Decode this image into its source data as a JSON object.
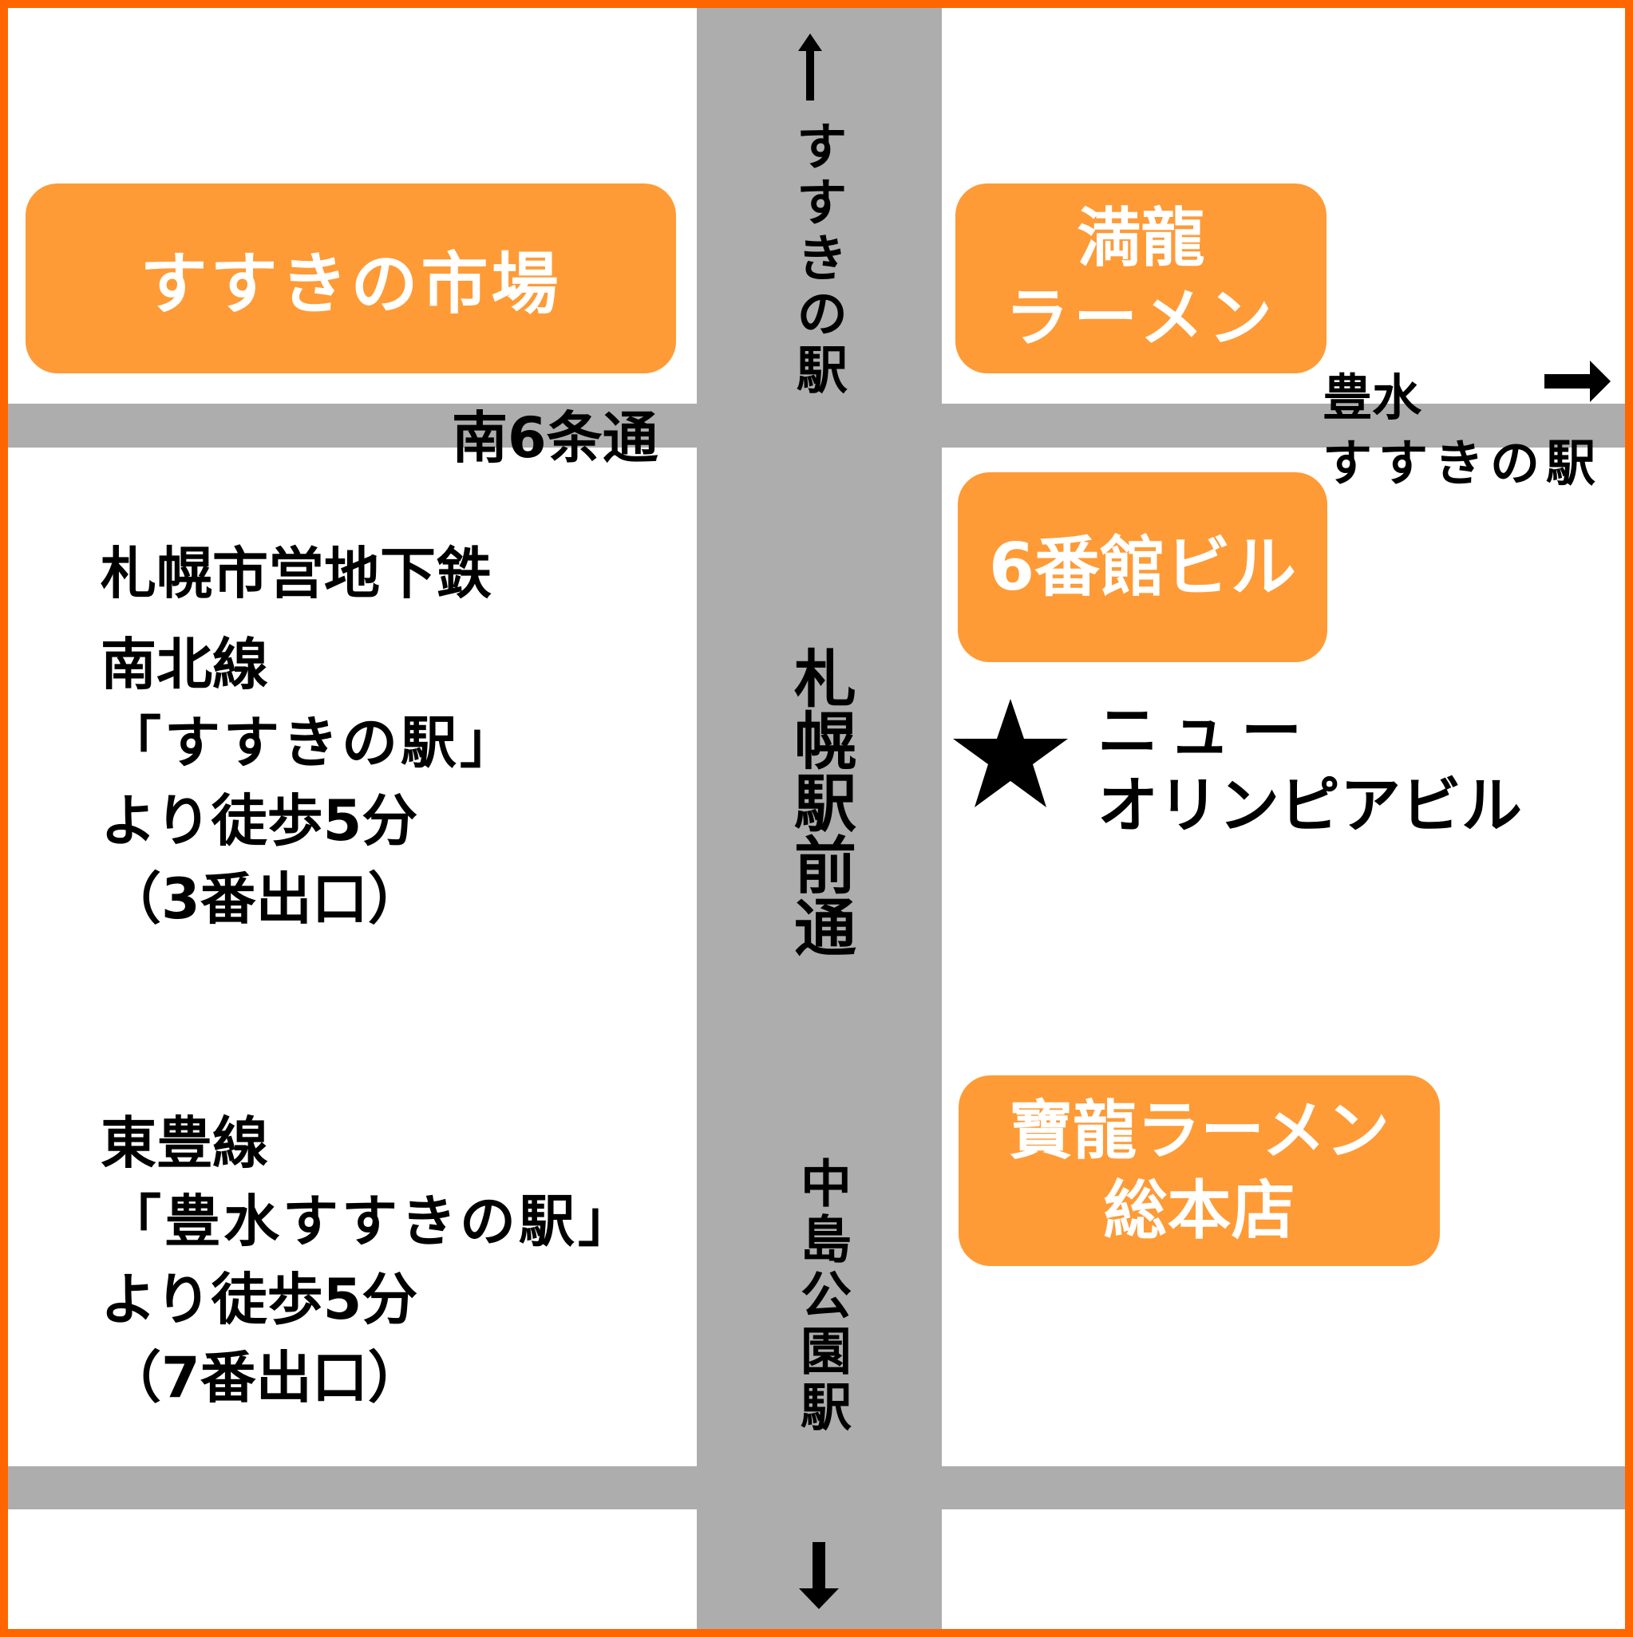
{
  "colors": {
    "border": "#FF6600",
    "road": "#ADADAD",
    "landmark_fill": "#FE9B37",
    "landmark_text": "#FFFFFF",
    "label_text": "#000000"
  },
  "roads": {
    "vertical_upper_label": "すすきの駅",
    "vertical_middle_label": "札幌駅前通",
    "vertical_lower_label": "中島公園駅",
    "horizontal_top_label": "南6条通",
    "north_arrow_icon": "arrow-up",
    "south_arrow_icon": "arrow-down"
  },
  "landmarks": {
    "susukino_market": "すすきの市場",
    "manryu_line1": "満龍",
    "manryu_line2": "ラーメン",
    "building6": "6番館ビル",
    "horyu_line1": "寶龍ラーメン",
    "horyu_line2": "総本店"
  },
  "destination": {
    "marker_icon": "star",
    "line1": "ニュー",
    "line2": "オリンピアビル"
  },
  "hosui": {
    "line1": "豊水",
    "line2": "すすきの駅",
    "arrow_icon": "arrow-right"
  },
  "access": {
    "header": "札幌市営地下鉄",
    "namboku": {
      "line": "南北線",
      "station": "「すすきの駅」",
      "walk": "より徒歩5分",
      "exit": "（3番出口）"
    },
    "toho": {
      "line": "東豊線",
      "station": "「豊水すすきの駅」",
      "walk": "より徒歩5分",
      "exit": "（7番出口）"
    }
  }
}
